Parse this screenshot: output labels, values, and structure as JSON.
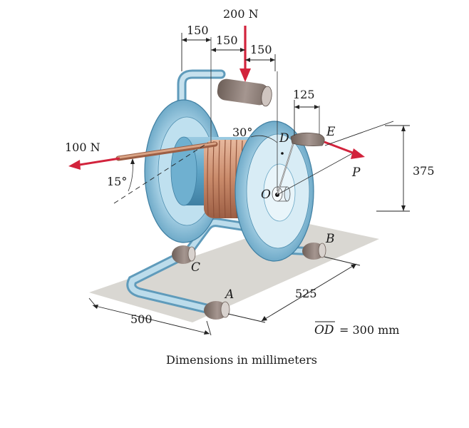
{
  "figure": {
    "loads": {
      "vertical_force": "200 N",
      "cable_force": "100 N",
      "force_p": "P"
    },
    "angles": {
      "handle_cable_angle": "30°",
      "cable_incline": "15°"
    },
    "dimensions": {
      "handle_offset_1": "150",
      "handle_offset_2": "150",
      "handle_offset_3": "150",
      "crank_length": "125",
      "crank_height": "375",
      "base_width": "500",
      "base_depth": "525"
    },
    "points": {
      "a": "A",
      "b": "B",
      "c": "C",
      "d": "D",
      "e": "E",
      "o": "O",
      "p": "P"
    },
    "radius_note": {
      "segment": "OD",
      "value": "= 300 mm"
    },
    "caption": "Dimensions in millimeters"
  },
  "colors": {
    "frame": "#9cc6dc",
    "drum": "#6fb0d0",
    "cable": "#c98a6a",
    "force_arrow": "#d2233c",
    "ground": "#d9d7d2",
    "rubber": "#8f7f76"
  }
}
